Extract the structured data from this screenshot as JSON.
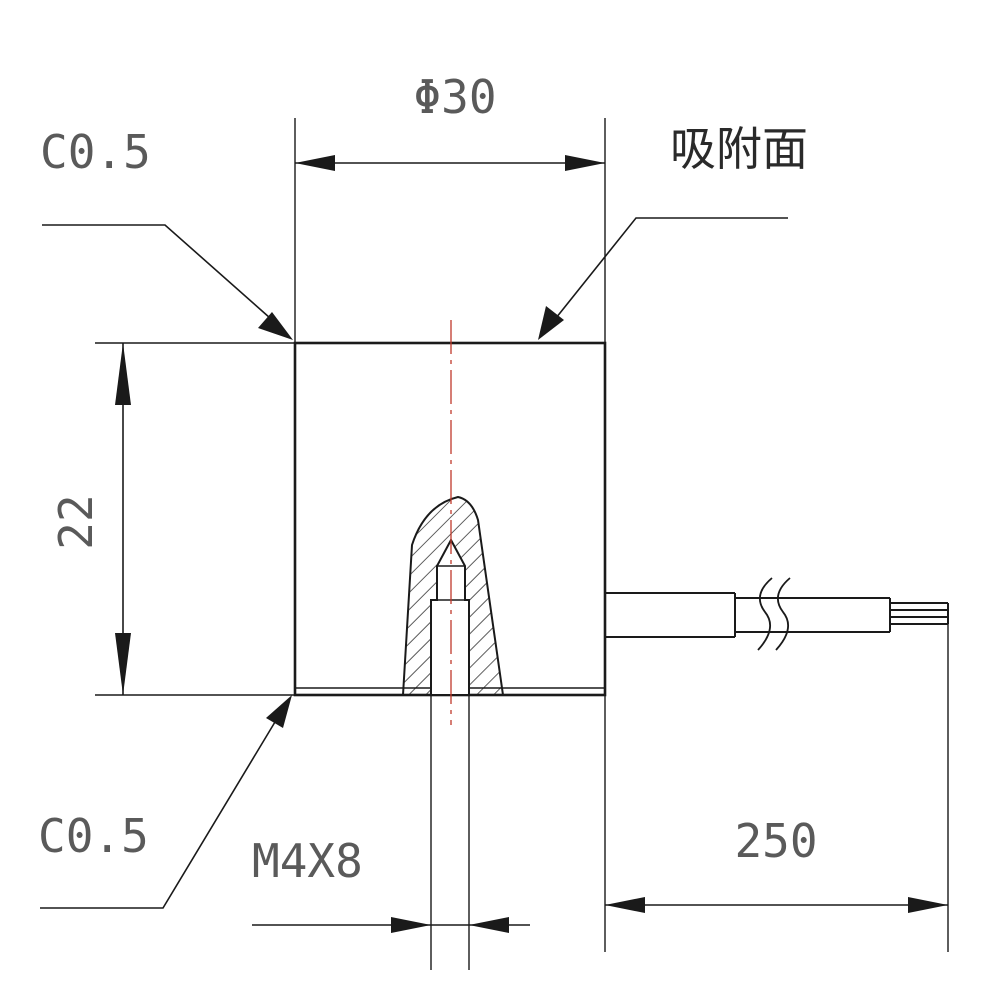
{
  "labels": {
    "diameter": "Φ30",
    "chamfer_top": "C0.5",
    "chamfer_bottom": "C0.5",
    "height": "22",
    "thread": "M4X8",
    "cable_length": "250",
    "surface": "吸附面"
  },
  "colors": {
    "line": "#1a1a1a",
    "text": "#5a5a5a",
    "centerline": "#c0392b",
    "background": "#ffffff"
  }
}
